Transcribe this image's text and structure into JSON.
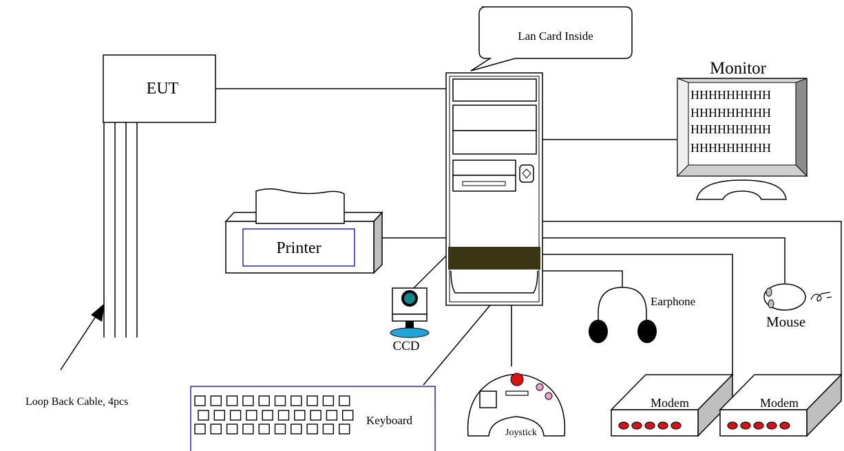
{
  "labels": {
    "callout": "Lan Card Inside",
    "eut": "EUT",
    "monitor": "Monitor",
    "monitor_rows": [
      "HHHHHHHHH",
      "HHHHHHHHH",
      "HHHHHHHHH",
      "HHHHHHHHH"
    ],
    "printer": "Printer",
    "ccd": "CCD",
    "earphone": "Earphone",
    "mouse": "Mouse",
    "keyboard": "Keyboard",
    "joystick": "Joystick",
    "modem1": "Modem",
    "modem2": "Modem",
    "loopback": "Loop Back Cable, 4pcs"
  },
  "colors": {
    "line": "#000000",
    "printer_border": "#2222dd",
    "keyboard_border": "#2222dd",
    "drive_band": "#3a3513",
    "ccd_base": "#1fa6d6",
    "ccd_lens": "#0e8a8a",
    "led_red": "#dd1111",
    "joystick_pink": "#f2a0d0",
    "side_gray": "#bfbfbf",
    "monitor_bezel": "#d9d9d9"
  }
}
